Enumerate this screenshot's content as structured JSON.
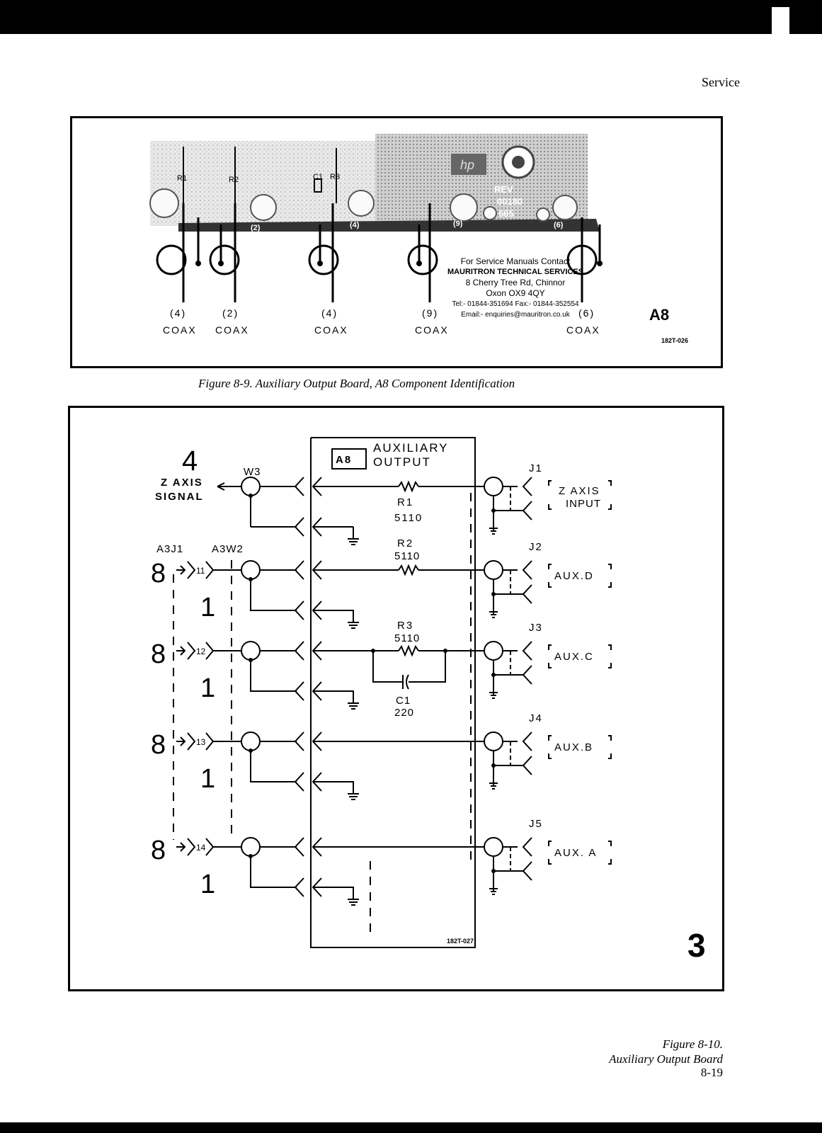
{
  "header": {
    "section": "Service"
  },
  "figure1": {
    "caption": "Figure 8-9. Auxiliary Output Board, A8 Component Identification",
    "board_label": "A8",
    "code": "182T-026",
    "silkscreen": {
      "r1": "R1",
      "r2": "R2",
      "c1": "C1",
      "r3": "R3",
      "rev": "REV",
      "num1": "00180",
      "num2": "665"
    },
    "pads": [
      "(2)",
      "(4)",
      "(9)",
      "(6)"
    ],
    "connectors": [
      {
        "num": "(4)",
        "type": "COAX"
      },
      {
        "num": "(2)",
        "type": "COAX"
      },
      {
        "num": "(4)",
        "type": "COAX"
      },
      {
        "num": "(9)",
        "type": "COAX"
      },
      {
        "num": "(6)",
        "type": "COAX"
      }
    ],
    "stamp": [
      "For Service Manuals Contact",
      "MAURITRON TECHNICAL SERVICES",
      "8 Cherry Tree Rd, Chinnor",
      "Oxon OX9 4QY",
      "Tel:- 01844-351694 Fax:- 01844-352554",
      "Email:- enquiries@mauritron.co.uk"
    ]
  },
  "figure2": {
    "caption_line1": "Figure 8-10.",
    "caption_line2": "Auxiliary Output Board",
    "page_number": "8-19",
    "big_number": "3",
    "code": "182T-027",
    "module": {
      "ref": "A8",
      "name_line1": "AUXILIARY",
      "name_line2": "OUTPUT"
    },
    "z_axis": {
      "marker": "4",
      "cable": "W3",
      "label_line1": "Z AXIS",
      "label_line2": "SIGNAL",
      "jack": "J1",
      "out_line1": "Z AXIS",
      "out_line2": "INPUT"
    },
    "ref_connector": "A3J1",
    "ref_cable": "A3W2",
    "components": {
      "r1": {
        "ref": "R1",
        "value": "5110"
      },
      "r2": {
        "ref": "R2",
        "value": "5110"
      },
      "r3": {
        "ref": "R3",
        "value": "5110"
      },
      "c1": {
        "ref": "C1",
        "value": "220"
      }
    },
    "rows": [
      {
        "pin_marker": "8",
        "pin": "11",
        "sub": "1",
        "jack": "J2",
        "output": "AUX.D"
      },
      {
        "pin_marker": "8",
        "pin": "12",
        "sub": "1",
        "jack": "J3",
        "output": "AUX.C"
      },
      {
        "pin_marker": "8",
        "pin": "13",
        "sub": "1",
        "jack": "J4",
        "output": "AUX.B"
      },
      {
        "pin_marker": "8",
        "pin": "14",
        "sub": "1",
        "jack": "J5",
        "output": "AUX. A"
      }
    ]
  }
}
